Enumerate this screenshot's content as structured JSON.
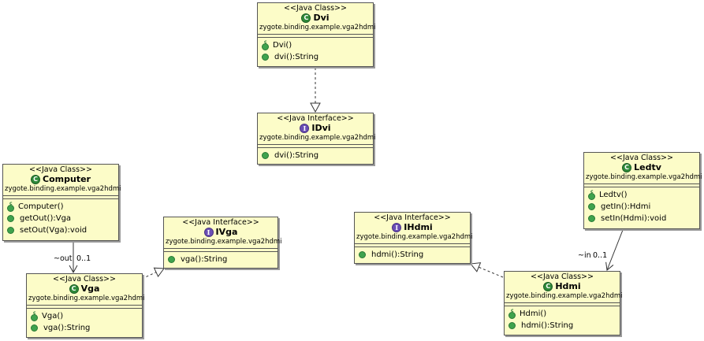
{
  "classes": {
    "dvi": {
      "stereotype": "<<Java Class>>",
      "icon": "class-icon",
      "name": "Dvi",
      "package": "zygote.binding.example.vga2hdmi",
      "ops": [
        {
          "label": "Dvi()",
          "kind": "constructor"
        },
        {
          "label": "dvi():String",
          "kind": "method"
        }
      ]
    },
    "idvi": {
      "stereotype": "<<Java Interface>>",
      "icon": "interface-icon",
      "name": "IDvi",
      "package": "zygote.binding.example.vga2hdmi",
      "ops": [
        {
          "label": "dvi():String",
          "kind": "method"
        }
      ]
    },
    "computer": {
      "stereotype": "<<Java Class>>",
      "icon": "class-icon",
      "name": "Computer",
      "package": "zygote.binding.example.vga2hdmi",
      "ops": [
        {
          "label": "Computer()",
          "kind": "constructor"
        },
        {
          "label": "getOut():Vga",
          "kind": "method"
        },
        {
          "label": "setOut(Vga):void",
          "kind": "method"
        }
      ]
    },
    "ivga": {
      "stereotype": "<<Java Interface>>",
      "icon": "interface-icon",
      "name": "IVga",
      "package": "zygote.binding.example.vga2hdmi",
      "ops": [
        {
          "label": "vga():String",
          "kind": "method"
        }
      ]
    },
    "vga": {
      "stereotype": "<<Java Class>>",
      "icon": "class-icon",
      "name": "Vga",
      "package": "zygote.binding.example.vga2hdmi",
      "ops": [
        {
          "label": "Vga()",
          "kind": "constructor"
        },
        {
          "label": "vga():String",
          "kind": "method"
        }
      ]
    },
    "ihdmi": {
      "stereotype": "<<Java Interface>>",
      "icon": "interface-icon",
      "name": "IHdmi",
      "package": "zygote.binding.example.vga2hdmi",
      "ops": [
        {
          "label": "hdmi():String",
          "kind": "method"
        }
      ]
    },
    "ledtv": {
      "stereotype": "<<Java Class>>",
      "icon": "class-icon",
      "name": "Ledtv",
      "package": "zygote.binding.example.vga2hdmi",
      "ops": [
        {
          "label": "Ledtv()",
          "kind": "constructor"
        },
        {
          "label": "getIn():Hdmi",
          "kind": "method"
        },
        {
          "label": "setIn(Hdmi):void",
          "kind": "method"
        }
      ]
    },
    "hdmi": {
      "stereotype": "<<Java Class>>",
      "icon": "class-icon",
      "name": "Hdmi",
      "package": "zygote.binding.example.vga2hdmi",
      "ops": [
        {
          "label": "Hdmi()",
          "kind": "constructor"
        },
        {
          "label": "hdmi():String",
          "kind": "method"
        }
      ]
    }
  },
  "associations": {
    "computer_vga": {
      "role": "~out",
      "multiplicity": "0..1"
    },
    "ledtv_hdmi": {
      "role": "~in",
      "multiplicity": "0..1"
    }
  },
  "colors": {
    "box_fill": "#fcfcc8",
    "class_icon": "#2f8a3a",
    "interface_icon": "#6b4fb5",
    "method_dot": "#3fa34d"
  }
}
